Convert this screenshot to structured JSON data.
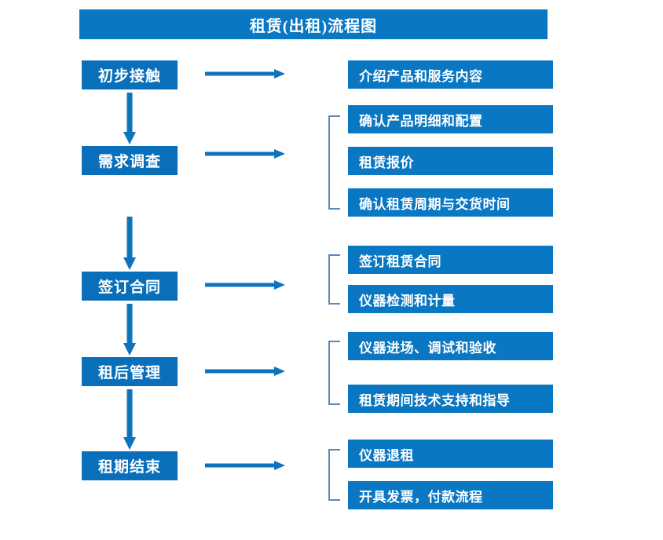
{
  "diagram": {
    "title": "租赁(出租)流程图",
    "colors": {
      "banner_blue": "#0a77c2",
      "stage_blue": "#0a6fba",
      "detail_blue": "#0a77c2",
      "arrow_blue": "#0d73bd",
      "bracket_blue": "#5c88b8",
      "text_white": "#ffffff",
      "background": "#ffffff"
    },
    "stages": [
      {
        "id": "stage-1",
        "label": "初步接触"
      },
      {
        "id": "stage-2",
        "label": "需求调查"
      },
      {
        "id": "stage-3",
        "label": "签订合同"
      },
      {
        "id": "stage-4",
        "label": "租后管理"
      },
      {
        "id": "stage-5",
        "label": "租期结束"
      }
    ],
    "details": [
      {
        "id": "detail-1",
        "label": "介绍产品和服务内容"
      },
      {
        "id": "detail-2",
        "label": "确认产品明细和配置"
      },
      {
        "id": "detail-3",
        "label": "租赁报价"
      },
      {
        "id": "detail-4",
        "label": "确认租赁周期与交货时间"
      },
      {
        "id": "detail-5",
        "label": "签订租赁合同"
      },
      {
        "id": "detail-6",
        "label": "仪器检测和计量"
      },
      {
        "id": "detail-7",
        "label": "仪器进场、调试和验收"
      },
      {
        "id": "detail-8",
        "label": "租赁期间技术支持和指导"
      },
      {
        "id": "detail-9",
        "label": "仪器退租"
      },
      {
        "id": "detail-10",
        "label": "开具发票，付款流程"
      }
    ],
    "connectors": {
      "horizontal_arrows": 5,
      "vertical_arrows": 4,
      "brackets": 4
    }
  }
}
